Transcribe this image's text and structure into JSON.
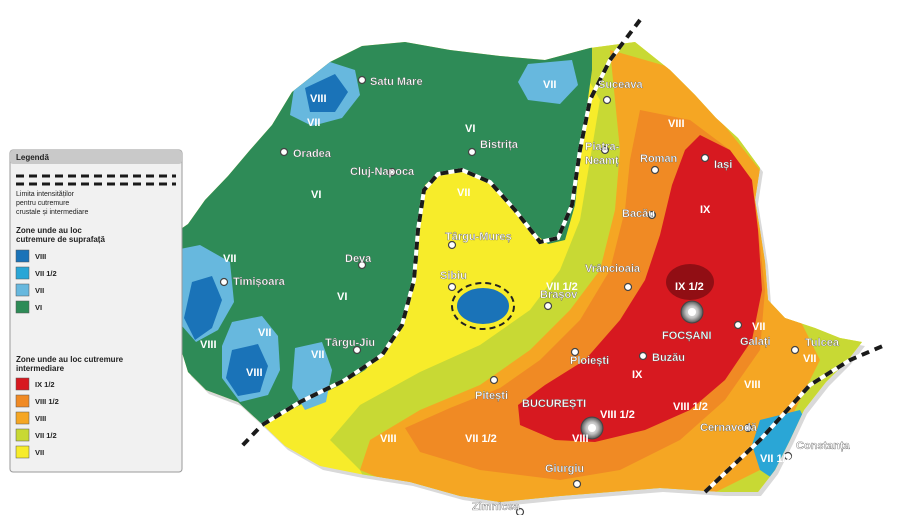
{
  "colors": {
    "zone_vi": "#2e8b57",
    "zone_vii_crustal": "#67b8de",
    "zone_vii_half_crustal": "#2aa6d6",
    "zone_viii_crustal": "#1a73b8",
    "zone_ix_half": "#d71920",
    "zone_viii_half": "#f08a24",
    "zone_viii": "#f5a623",
    "zone_vii_half": "#c8d934",
    "zone_vii": "#f7ec2a",
    "background": "#ffffff"
  },
  "legend": {
    "title": "Legendă",
    "limit_text": [
      "Limita intensităților",
      "pentru cutremure",
      "crustale și intermediare"
    ],
    "surface_heading": [
      "Zone unde au loc",
      "cutremure de suprafață"
    ],
    "surface_items": [
      {
        "label": "VIII",
        "color": "#1a73b8"
      },
      {
        "label": "VII 1/2",
        "color": "#2aa6d6"
      },
      {
        "label": "VII",
        "color": "#67b8de"
      },
      {
        "label": "VI",
        "color": "#2e8b57"
      }
    ],
    "intermediate_heading": [
      "Zone unde au loc cutremure",
      "intermediare"
    ],
    "intermediate_items": [
      {
        "label": "IX 1/2",
        "color": "#d71920"
      },
      {
        "label": "VIII 1/2",
        "color": "#f08a24"
      },
      {
        "label": "VIII",
        "color": "#f5a623"
      },
      {
        "label": "VII  1/2",
        "color": "#c8d934"
      },
      {
        "label": "VII",
        "color": "#f7ec2a"
      }
    ]
  },
  "cities": [
    "Satu Mare",
    "Suceava",
    "Bistrița",
    "Oradea",
    "Piatra-",
    "Neamț",
    "Roman",
    "Iași",
    "Cluj-Napoca",
    "Bacău",
    "Târgu-Mureș",
    "Deva",
    "Timișoara",
    "Sibiu",
    "Vrâncioaia",
    "Brașov",
    "FOCȘANI",
    "Galați",
    "Târgu-Jiu",
    "Tulcea",
    "Ploiești",
    "Buzău",
    "Pitești",
    "BUCUREȘTI",
    "Cernavodă",
    "Constanța",
    "Giurgiu",
    "Zimnicea"
  ],
  "zone_labels": [
    "VIII",
    "VII",
    "VII",
    "VI",
    "VI",
    "VIII",
    "VII",
    "IX",
    "VI",
    "VII",
    "VII",
    "VIII",
    "VIII",
    "VII",
    "VII",
    "VII",
    "VIII",
    "IX 1/2",
    "VII 1/2",
    "IX",
    "VIII",
    "VII 1/2",
    "VIII",
    "VIII 1/2",
    "VIII 1/2",
    "VII 1/2"
  ]
}
